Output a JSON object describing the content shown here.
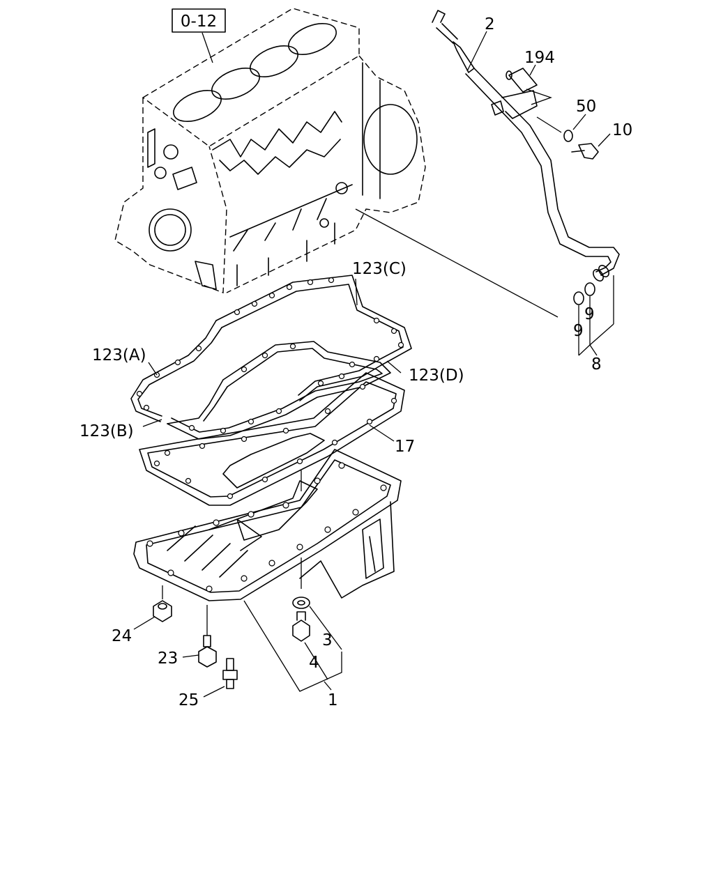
{
  "callouts": {
    "ref_block": "0-12",
    "dipstick_guide": "2",
    "stud": "194",
    "washer_50": "50",
    "bolt_10": "10",
    "oring_a": "9",
    "oring_b": "9",
    "tube_assy": "8",
    "gasket_c": "123(C)",
    "gasket_a": "123(A)",
    "gasket_d": "123(D)",
    "gasket_b": "123(B)",
    "gasket_17": "17",
    "nut_24": "24",
    "bolt_23": "23",
    "stud_25": "25",
    "washer_3": "3",
    "plug_4": "4",
    "pan_assy": "1"
  }
}
